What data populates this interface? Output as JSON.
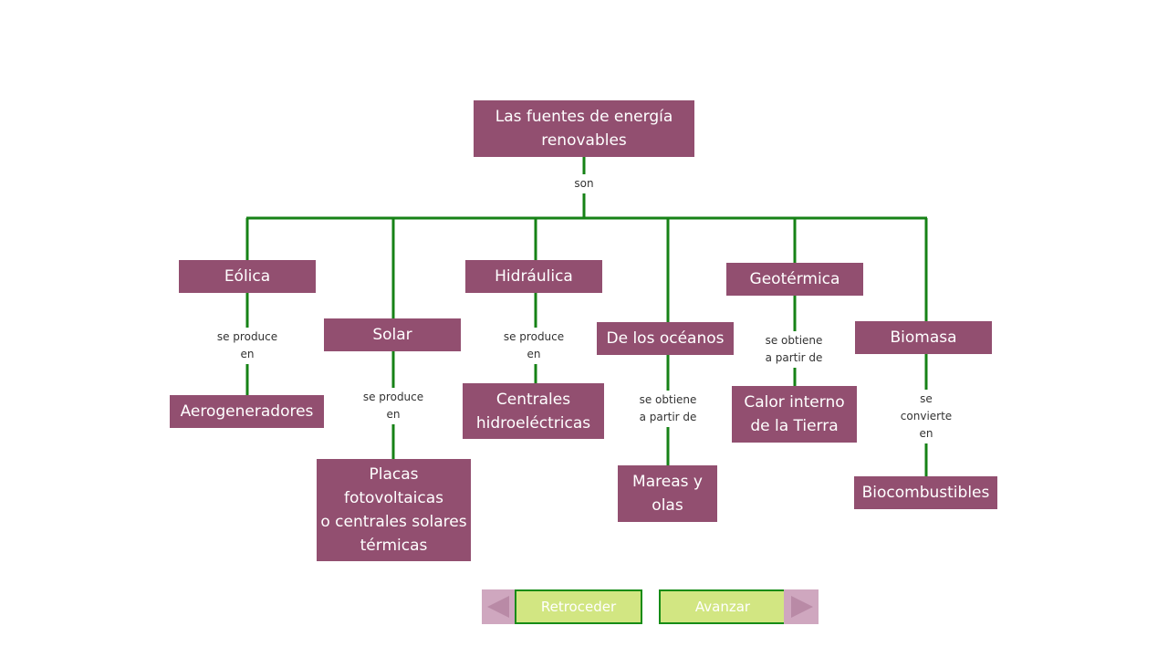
{
  "root": {
    "label": "Las fuentes de energía\nrenovables"
  },
  "root_connector": "son",
  "sources": [
    {
      "name": "Eólica",
      "connector": "se produce\nen",
      "result": "Aerogeneradores"
    },
    {
      "name": "Solar",
      "connector": "se produce\nen",
      "result": "Placas\nfotovoltaicas\no centrales solares\ntérmicas"
    },
    {
      "name": "Hidráulica",
      "connector": "se produce\nen",
      "result": "Centrales\nhidroeléctricas"
    },
    {
      "name": "De los océanos",
      "connector": "se obtiene\na partir de",
      "result": "Mareas y\nolas"
    },
    {
      "name": "Geotérmica",
      "connector": "se obtiene\na partir de",
      "result": "Calor interno\nde la Tierra"
    },
    {
      "name": "Biomasa",
      "connector": "se\nconvierte\nen",
      "result": "Biocombustibles"
    }
  ],
  "navigation": {
    "back_label": "Retroceder",
    "forward_label": "Avanzar"
  },
  "colors": {
    "node": "#924f70",
    "line": "#168216",
    "button": "#d2e682",
    "arrow_box": "#cfa7bf"
  }
}
